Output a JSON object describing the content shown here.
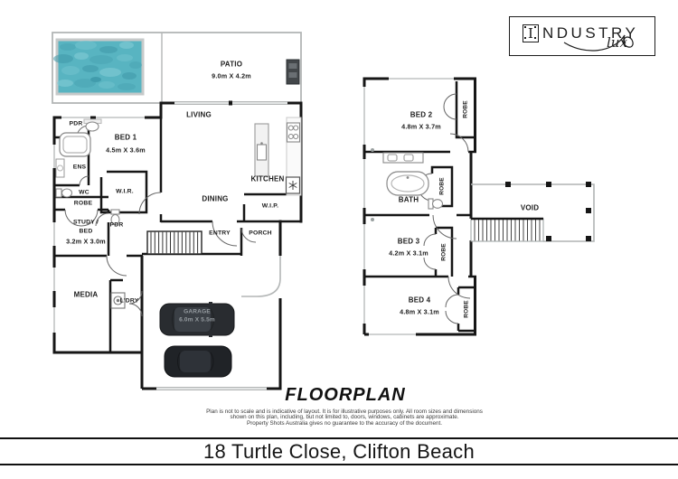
{
  "logo": {
    "letter": "I",
    "word": "NDUSTRY",
    "script": "lux"
  },
  "title": "FLOORPLAN",
  "disclaimer": [
    "Plan is not to scale and is indicative of layout. It is for illustrative purposes only. All room sizes and dimensions",
    "shown on this plan, including, but not limited to, doors, windows, cabinets are approximate.",
    "Property Shots Australia gives no guarantee to the accuracy of the document."
  ],
  "address": "18 Turtle Close, Clifton Beach",
  "ground": {
    "rooms": {
      "patio": {
        "label": "PATIO",
        "dims": "9.0m X 4.2m"
      },
      "living": {
        "label": "LIVING"
      },
      "bed1": {
        "label": "BED 1",
        "dims": "4.5m X 3.6m"
      },
      "pdr1": {
        "label": "PDR"
      },
      "ens": {
        "label": "ENS"
      },
      "wc": {
        "label": "WC"
      },
      "wir": {
        "label": "W.I.R."
      },
      "robe": {
        "label": "ROBE"
      },
      "study": {
        "line1": "STUDY /",
        "line2": "BED",
        "dims": "3.2m X 3.0m"
      },
      "pdr2": {
        "label": "PDR"
      },
      "kitchen": {
        "label": "KITCHEN"
      },
      "dining": {
        "label": "DINING"
      },
      "wip": {
        "label": "W.I.P."
      },
      "entry": {
        "label": "ENTRY"
      },
      "porch": {
        "label": "PORCH"
      },
      "media": {
        "label": "MEDIA"
      },
      "ldry": {
        "label": "L'DRY"
      },
      "garage": {
        "label": "GARAGE",
        "dims": "6.0m X 5.5m"
      }
    }
  },
  "upper": {
    "rooms": {
      "bed2": {
        "label": "BED 2",
        "dims": "4.8m X 3.7m"
      },
      "robe_bed2": {
        "label": "ROBE"
      },
      "bath": {
        "label": "BATH"
      },
      "robe_hall": {
        "label": "ROBE"
      },
      "bed3": {
        "label": "BED 3",
        "dims": "4.2m X 3.1m"
      },
      "robe_bed3": {
        "label": "ROBE"
      },
      "bed4": {
        "label": "BED 4",
        "dims": "4.8m X 3.1m"
      },
      "robe_bed4": {
        "label": "ROBE"
      },
      "void": {
        "label": "VOID"
      }
    }
  },
  "colors": {
    "pool": "#58b4c1",
    "wall": "#161616"
  }
}
